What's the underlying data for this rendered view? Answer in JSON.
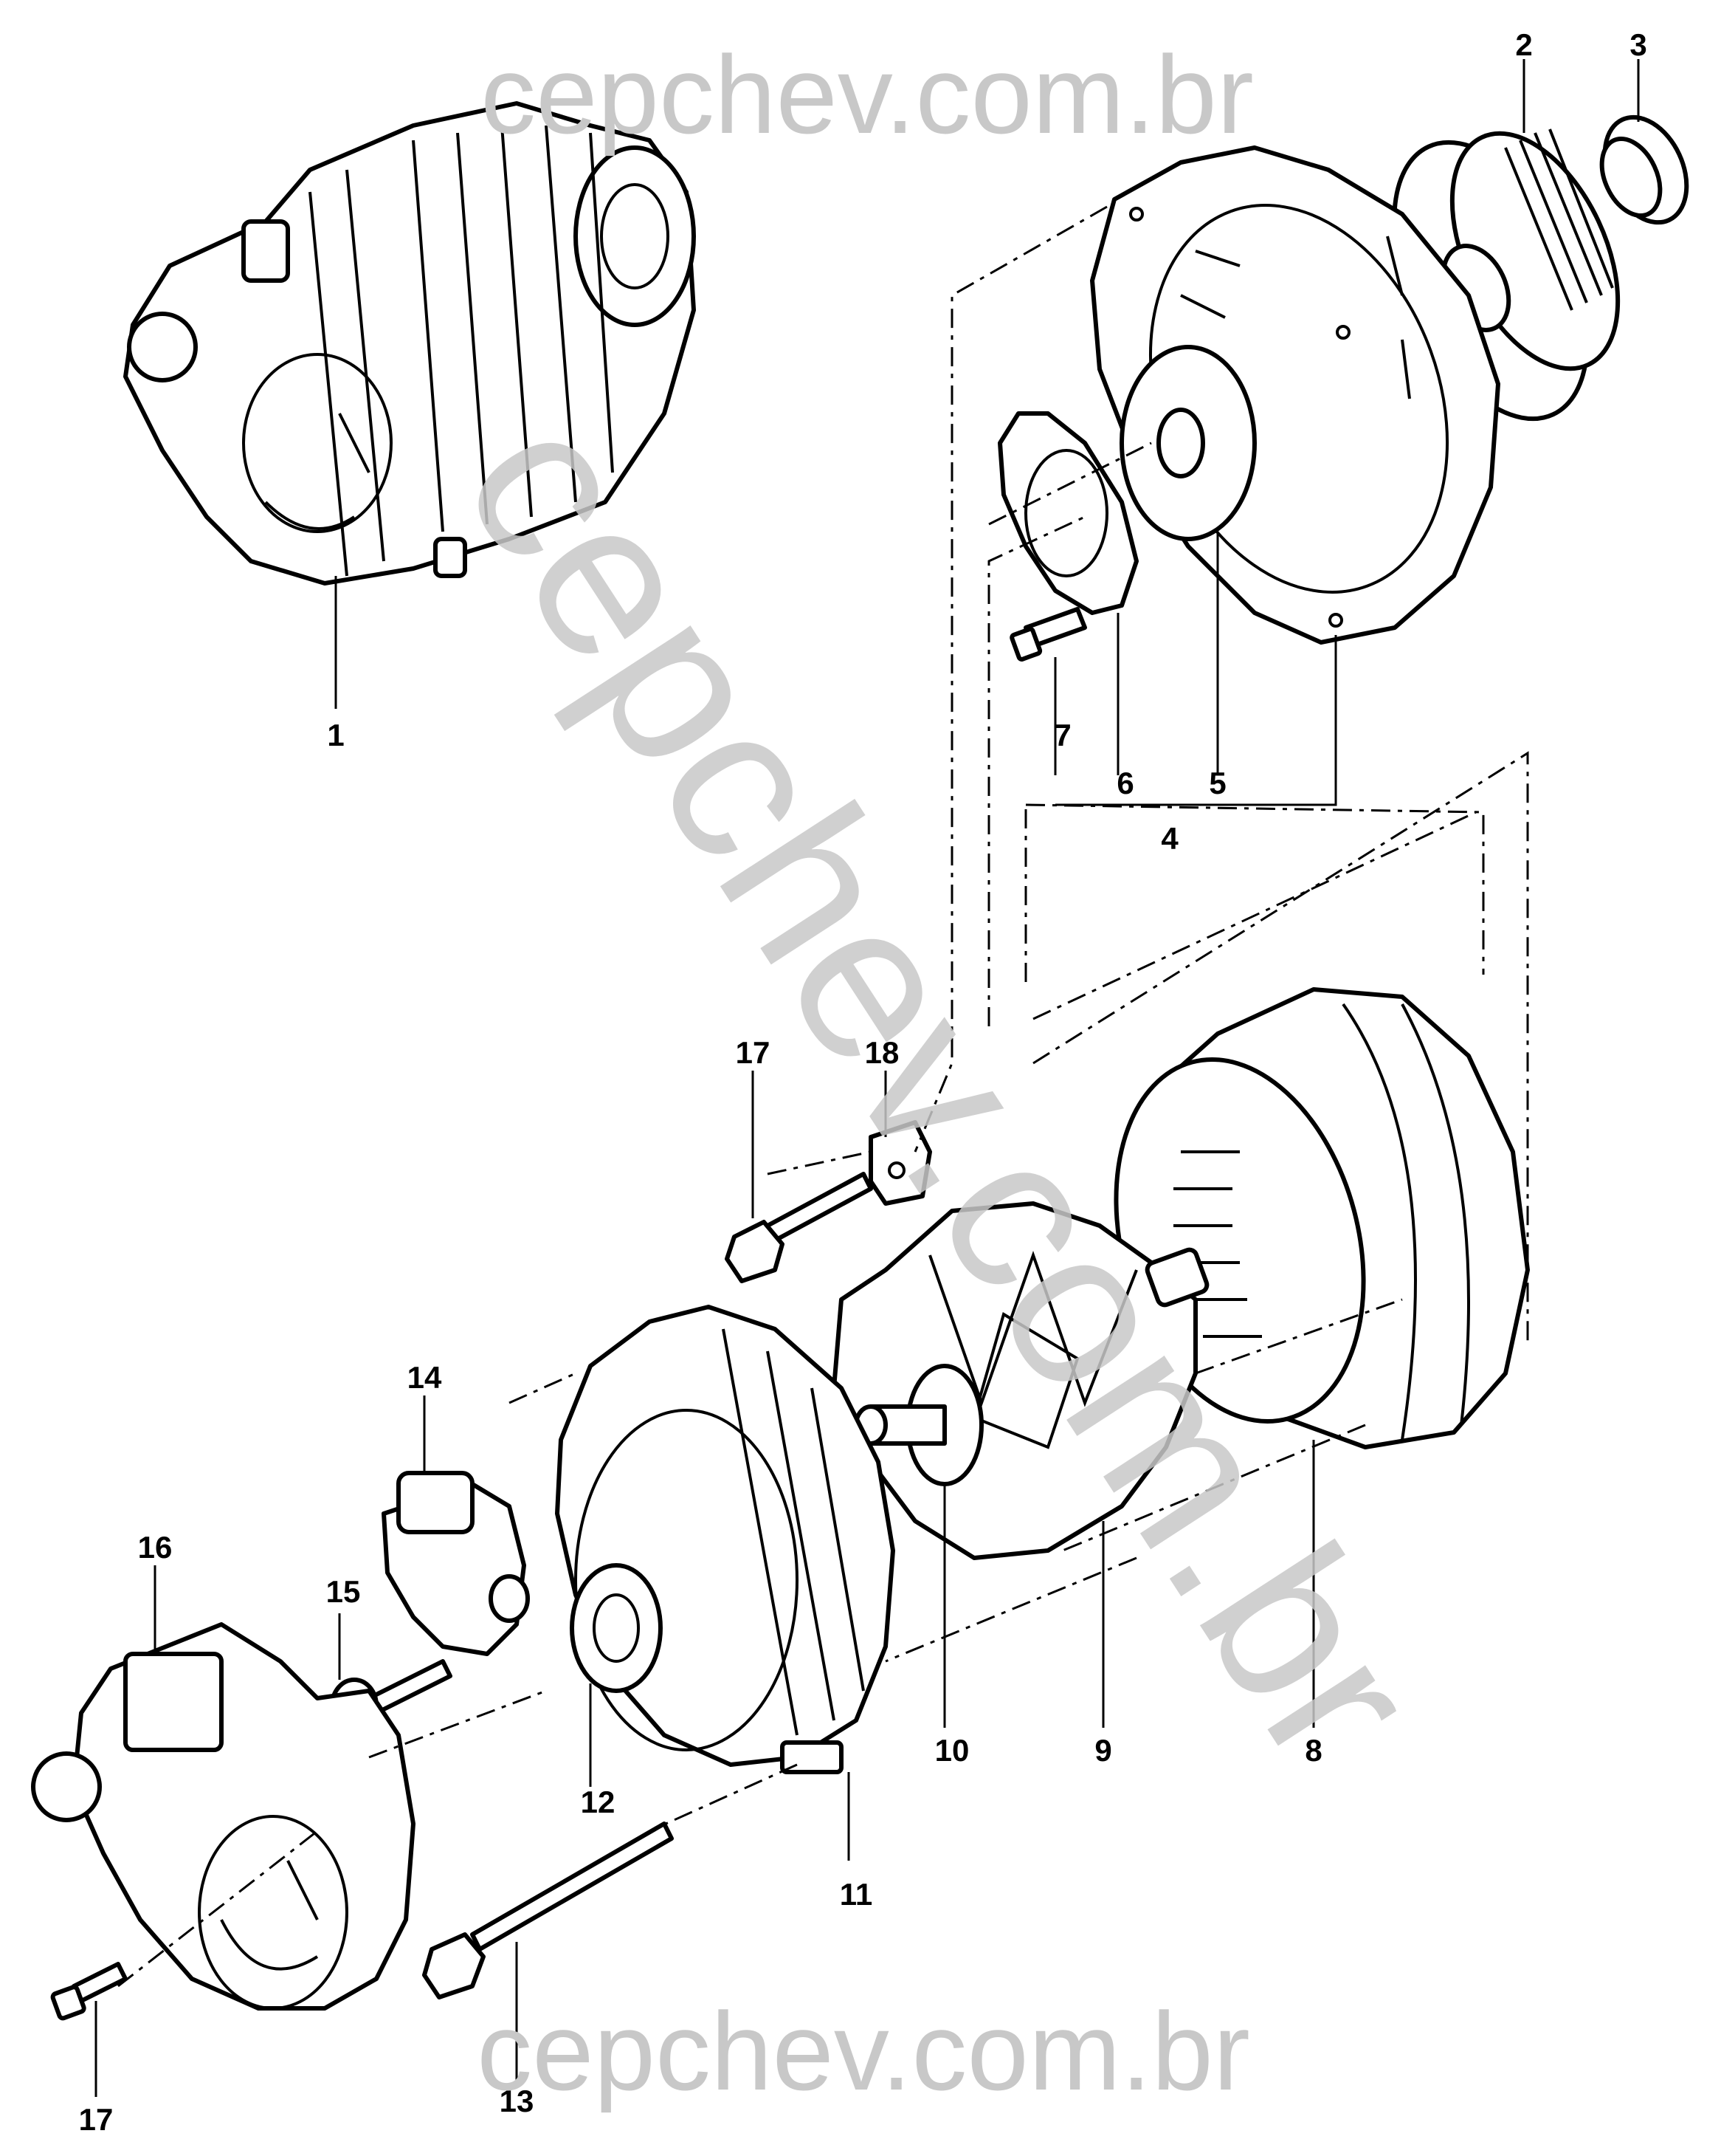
{
  "watermark": {
    "top": "cepchev.com.br",
    "bottom": "cepchev.com.br",
    "diagonal": "cepchev.com.br"
  },
  "callouts": [
    "1",
    "2",
    "3",
    "4",
    "5",
    "6",
    "7",
    "8",
    "9",
    "10",
    "11",
    "12",
    "13",
    "14",
    "15",
    "16",
    "17",
    "18",
    "17"
  ],
  "colors": {
    "ink": "#000000",
    "watermark": "#c8c8c8",
    "paper": "#ffffff"
  }
}
